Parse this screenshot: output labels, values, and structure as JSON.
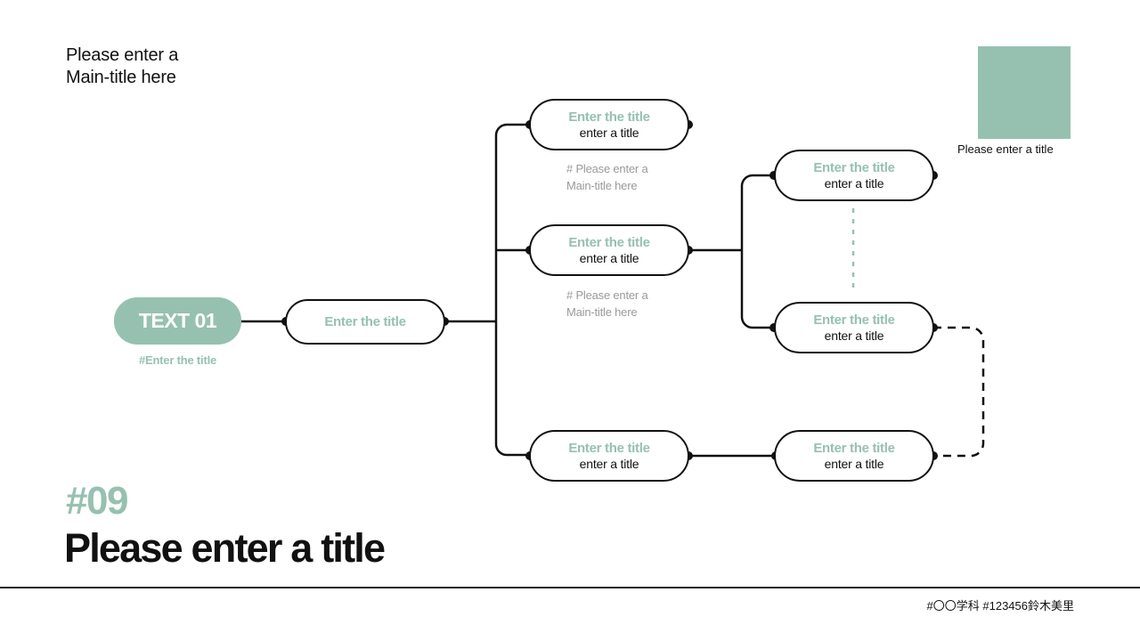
{
  "slide": {
    "main_title": "Please enter a\nMain-title here",
    "image_caption": "Please enter a title",
    "section_number": "#09",
    "section_title": "Please enter a title",
    "footer": "#〇〇学科 #123456鈴木美里",
    "accent_color": "#96c1b0",
    "line_color": "#111111",
    "muted_color": "#9a9a9a"
  },
  "diagram": {
    "root": {
      "label": "TEXT 01",
      "caption": "#Enter the title"
    },
    "level1": {
      "title": "Enter the title"
    },
    "level2": [
      {
        "title": "Enter the title",
        "subtitle": "enter a title",
        "caption": "# Please enter a\nMain-title here"
      },
      {
        "title": "Enter the title",
        "subtitle": "enter a title",
        "caption": "# Please enter a\nMain-title here"
      },
      {
        "title": "Enter the title",
        "subtitle": "enter a title",
        "caption": ""
      }
    ],
    "level3": [
      {
        "title": "Enter the title",
        "subtitle": "enter a title"
      },
      {
        "title": "Enter the title",
        "subtitle": "enter a title"
      },
      {
        "title": "Enter the title",
        "subtitle": "enter a title"
      }
    ]
  }
}
